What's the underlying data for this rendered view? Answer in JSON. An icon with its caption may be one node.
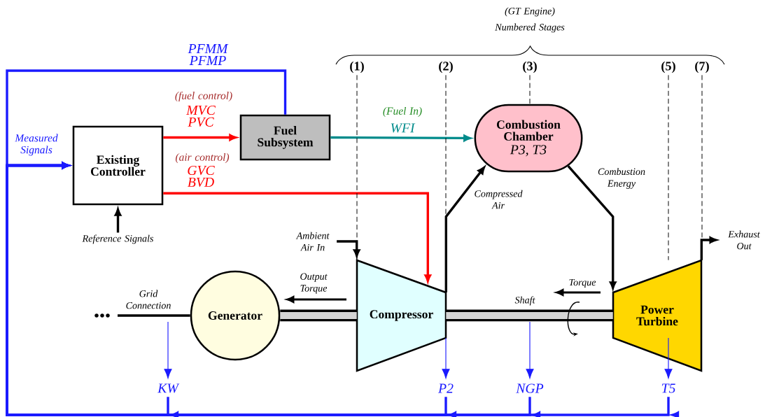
{
  "diagram": {
    "nodes": [
      {
        "text": [
          "Existing Controller"
        ]
      },
      {
        "text": [
          "Fuel Subsystem"
        ]
      },
      {
        "text": [
          "Combustion Chamber",
          "P3, T3"
        ]
      },
      {
        "text": [
          "Ambient Air In"
        ]
      },
      {
        "text": [
          "Generator"
        ]
      },
      {
        "text": [
          "Compressor"
        ]
      },
      {
        "text": [
          "Power Turbine"
        ]
      },
      {
        "text": [
          "Exhaust Out"
        ]
      },
      {
        "text": [
          "Reference Signals"
        ]
      },
      {
        "text": [
          "KW"
        ]
      },
      {
        "text": [
          "P2"
        ]
      },
      {
        "text": [
          "NGP"
        ]
      },
      {
        "text": [
          "T5"
        ]
      },
      {
        "text": [
          "(1)"
        ]
      },
      {
        "text": [
          "(2)"
        ]
      },
      {
        "text": [
          "(3)"
        ]
      },
      {
        "text": [
          "(5)"
        ]
      },
      {
        "text": [
          "(7)"
        ]
      }
    ],
    "edges": [
      {
        "from": 0,
        "to": 1,
        "arrow": "to",
        "label": "MVC PVC",
        "color": "#ff0000"
      },
      {
        "from": 0,
        "to": 5,
        "arrow": "to",
        "label": "GVC BVD",
        "color": "#ff0000"
      },
      {
        "from": 1,
        "to": 2,
        "arrow": "to",
        "label": "WFI",
        "color": "#008b8b"
      },
      {
        "from": 5,
        "to": 2,
        "arrow": "to",
        "label": "Compressed Air"
      },
      {
        "from": 2,
        "to": 6,
        "arrow": "to",
        "label": "Combustion Energy"
      },
      {
        "from": 3,
        "to": 5,
        "arrow": "to"
      },
      {
        "from": 6,
        "to": 7,
        "arrow": "to"
      },
      {
        "from": 8,
        "to": 0,
        "arrow": "to"
      },
      {
        "from": 4,
        "to": 5,
        "arrow": "none",
        "style": "thick"
      },
      {
        "from": 5,
        "to": 6,
        "arrow": "none",
        "style": "thick",
        "label": "Shaft"
      },
      {
        "from": 4,
        "to": null,
        "arrow": "none",
        "label": "Grid Connection"
      },
      {
        "from": null,
        "to": 9,
        "arrow": "to",
        "color": "#1a1aff"
      },
      {
        "from": 5,
        "to": 10,
        "arrow": "to",
        "color": "#1a1aff"
      },
      {
        "from": null,
        "to": 11,
        "arrow": "to",
        "color": "#1a1aff"
      },
      {
        "from": 6,
        "to": 12,
        "arrow": "to",
        "color": "#1a1aff"
      },
      {
        "from": 9,
        "to": 0,
        "arrow": "to",
        "color": "#1a1aff",
        "label": "Measured Signals"
      },
      {
        "from": 10,
        "to": 0,
        "arrow": "to",
        "color": "#1a1aff"
      },
      {
        "from": 11,
        "to": 0,
        "arrow": "to",
        "color": "#1a1aff"
      },
      {
        "from": 12,
        "to": 0,
        "arrow": "to",
        "color": "#1a1aff"
      },
      {
        "from": 1,
        "to": 0,
        "arrow": "to",
        "color": "#1a1aff",
        "label": "PFMM PFMP"
      },
      {
        "from": 13,
        "to": 5,
        "arrow": "none",
        "style": "dashed"
      },
      {
        "from": 14,
        "to": 5,
        "arrow": "none",
        "style": "dashed"
      },
      {
        "from": 15,
        "to": 2,
        "arrow": "none",
        "style": "dashed"
      },
      {
        "from": 16,
        "to": 6,
        "arrow": "none",
        "style": "dashed"
      },
      {
        "from": 17,
        "to": 6,
        "arrow": "none",
        "style": "dashed"
      }
    ],
    "labels": [
      "(GT Engine)",
      "Numbered Stages",
      "(fuel control)",
      "(Fuel In)",
      "(air control)",
      "Output Torque",
      "Torque"
    ]
  }
}
